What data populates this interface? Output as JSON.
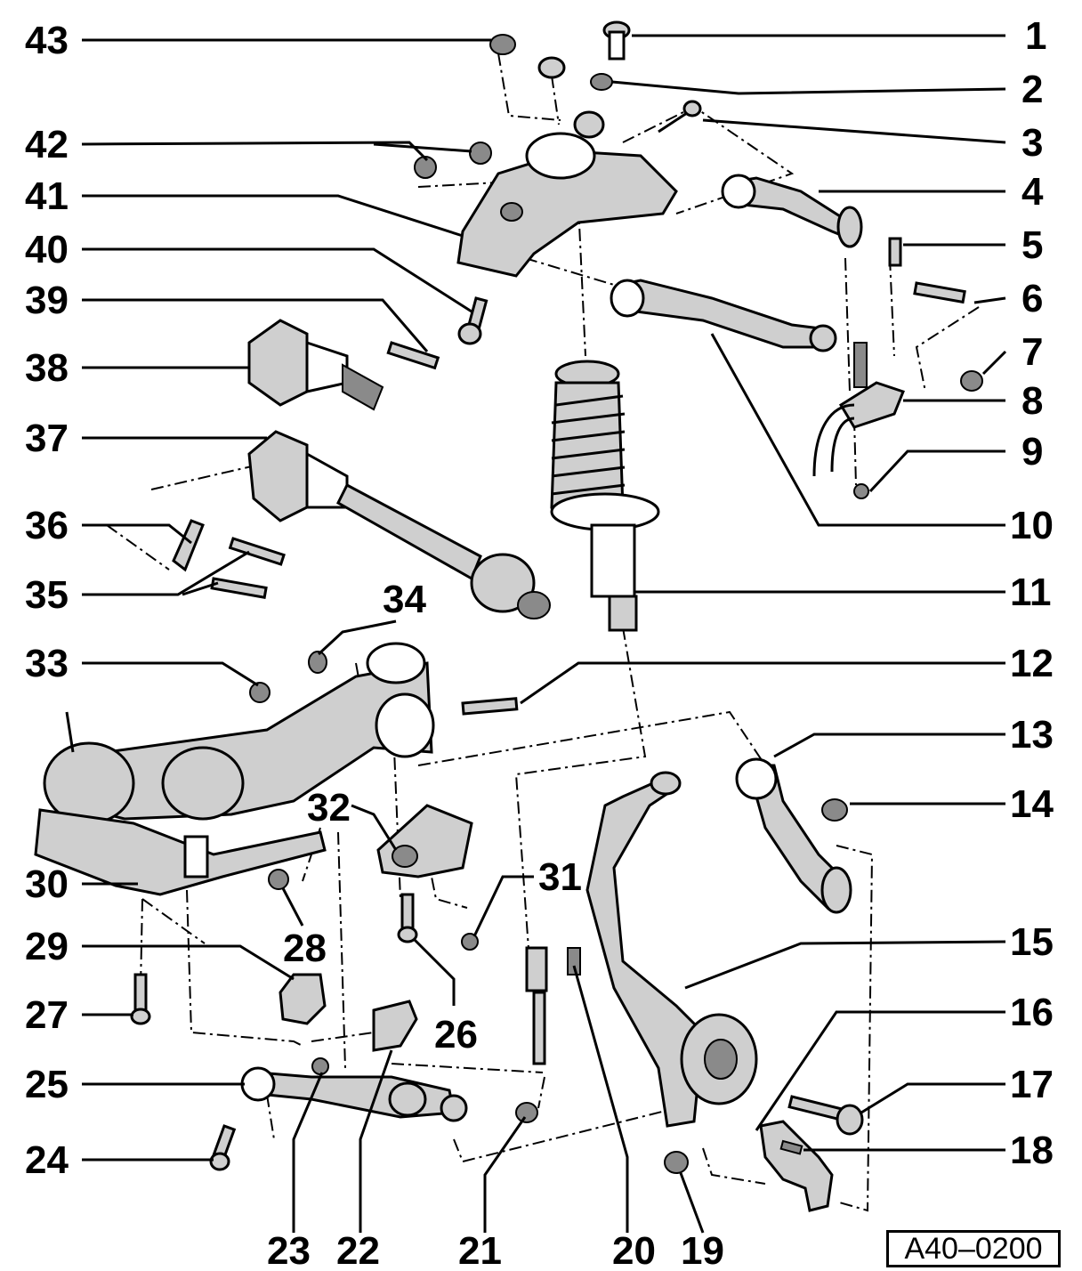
{
  "reference_code": "A40–0200",
  "callouts": {
    "c1": "1",
    "c2": "2",
    "c3": "3",
    "c4": "4",
    "c5": "5",
    "c6": "6",
    "c7": "7",
    "c8": "8",
    "c9": "9",
    "c10": "10",
    "c11": "11",
    "c12": "12",
    "c13": "13",
    "c14": "14",
    "c15": "15",
    "c16": "16",
    "c17": "17",
    "c18": "18",
    "c19": "19",
    "c20": "20",
    "c21": "21",
    "c22": "22",
    "c23": "23",
    "c24": "24",
    "c25": "25",
    "c26": "26",
    "c27": "27",
    "c28": "28",
    "c29": "29",
    "c30": "30",
    "c31": "31",
    "c32": "32",
    "c33": "33",
    "c34": "34",
    "c35": "35",
    "c36": "36",
    "c37": "37",
    "c38": "38",
    "c39": "39",
    "c40": "40",
    "c41": "41",
    "c42": "42",
    "c43": "43"
  }
}
